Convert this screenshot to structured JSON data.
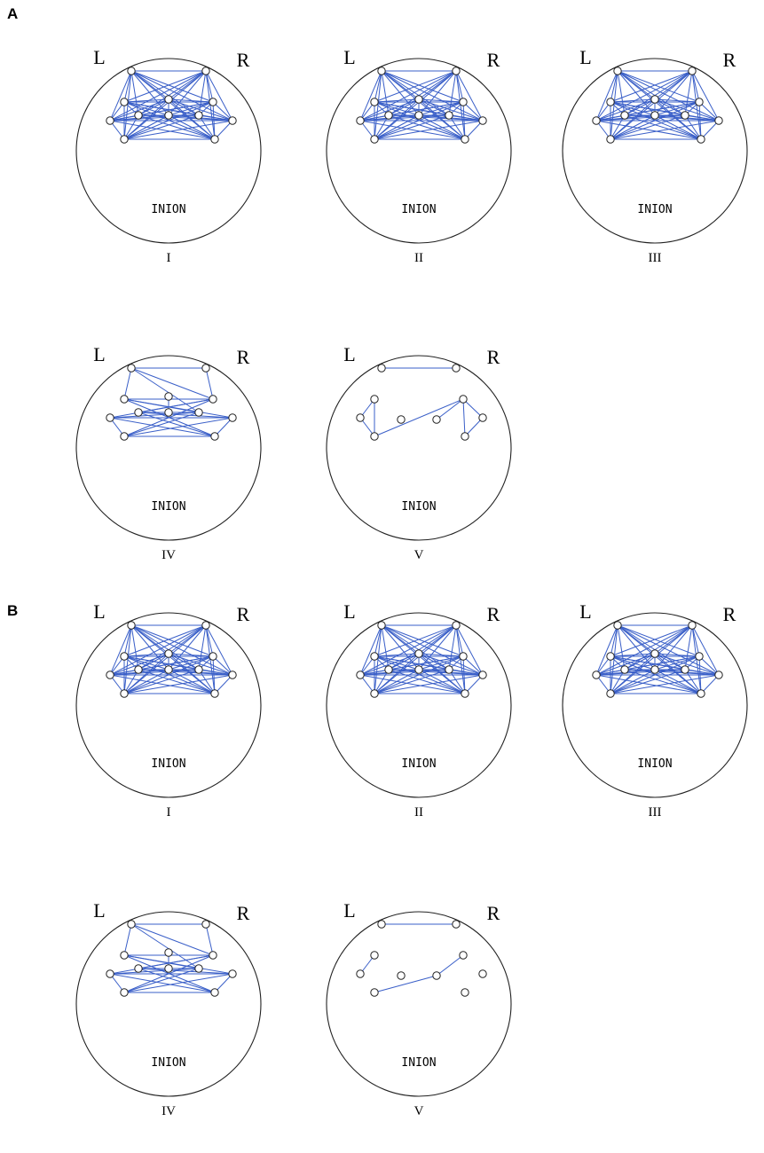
{
  "panels": [
    {
      "label": "A",
      "maps": [
        {
          "numeral": "I",
          "left": "L",
          "right": "R",
          "bottom": "INION",
          "pattern": "full"
        },
        {
          "numeral": "II",
          "left": "L",
          "right": "R",
          "bottom": "INION",
          "pattern": "full"
        },
        {
          "numeral": "III",
          "left": "L",
          "right": "R",
          "bottom": "INION",
          "pattern": "full"
        },
        {
          "numeral": "IV",
          "left": "L",
          "right": "R",
          "bottom": "INION",
          "pattern": "partial"
        },
        {
          "numeral": "V",
          "left": "L",
          "right": "R",
          "bottom": "INION",
          "pattern": "sparseA"
        }
      ]
    },
    {
      "label": "B",
      "maps": [
        {
          "numeral": "I",
          "left": "L",
          "right": "R",
          "bottom": "INION",
          "pattern": "full"
        },
        {
          "numeral": "II",
          "left": "L",
          "right": "R",
          "bottom": "INION",
          "pattern": "full"
        },
        {
          "numeral": "III",
          "left": "L",
          "right": "R",
          "bottom": "INION",
          "pattern": "full"
        },
        {
          "numeral": "IV",
          "left": "L",
          "right": "R",
          "bottom": "INION",
          "pattern": "partial"
        },
        {
          "numeral": "V",
          "left": "L",
          "right": "R",
          "bottom": "INION",
          "pattern": "sparseB"
        }
      ]
    }
  ],
  "colors": {
    "edge": "#3a5fc8",
    "outline": "#222222"
  }
}
